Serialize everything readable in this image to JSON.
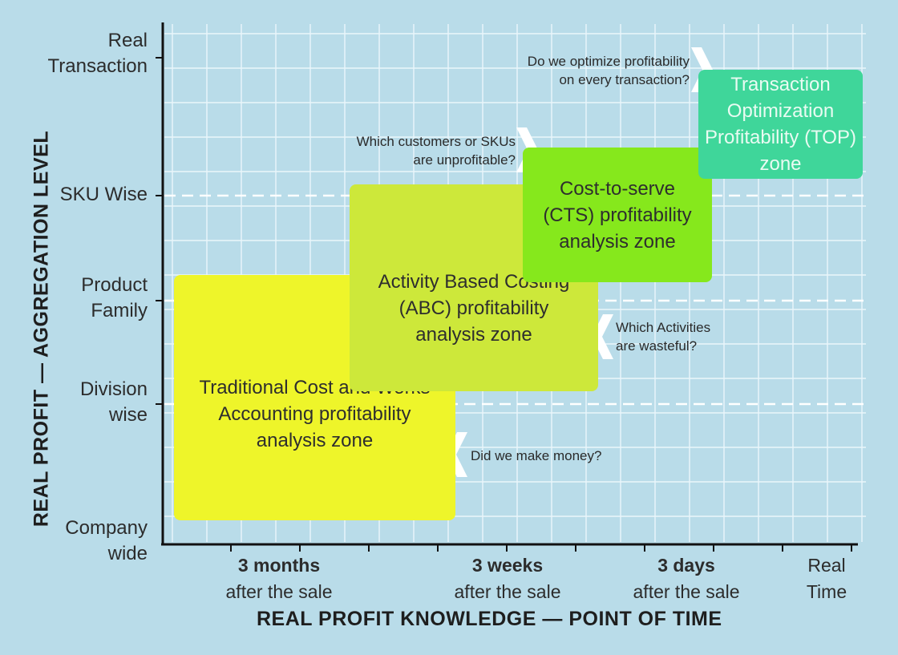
{
  "y_axis": {
    "title": "REAL PROFIT — AGGREGATION LEVEL",
    "levels": [
      "Real\nTransaction",
      "SKU Wise",
      "Product\nFamily",
      "Division\nwise",
      "Company\nwide"
    ]
  },
  "x_axis": {
    "title": "REAL PROFIT KNOWLEDGE — POINT OF TIME",
    "points": [
      {
        "main": "3 months",
        "sub": "after the sale"
      },
      {
        "main": "3 weeks",
        "sub": "after the sale"
      },
      {
        "main": "3 days",
        "sub": "after the sale"
      },
      {
        "main": "Real",
        "sub": "Time"
      }
    ]
  },
  "zones": [
    {
      "label": "Traditional Cost and Works\nAccounting profitability\nanalysis zone",
      "color": "#eef52a"
    },
    {
      "label": "Activity Based Costing\n(ABC) profitability\nanalysis zone",
      "color": "#cde83a"
    },
    {
      "label": "Cost-to-serve\n(CTS) profitability\nanalysis zone",
      "color": "#86e81c"
    },
    {
      "label": "Transaction\nOptimization\nProfitability (TOP)\nzone",
      "color": "#3fd69a"
    }
  ],
  "questions": [
    {
      "text": "Did we make money?"
    },
    {
      "text": "Which Activities\nare wasteful?"
    },
    {
      "text": "Which customers or SKUs\nare unprofitable?"
    },
    {
      "text": "Do we optimize profitability\non every transaction?"
    }
  ]
}
